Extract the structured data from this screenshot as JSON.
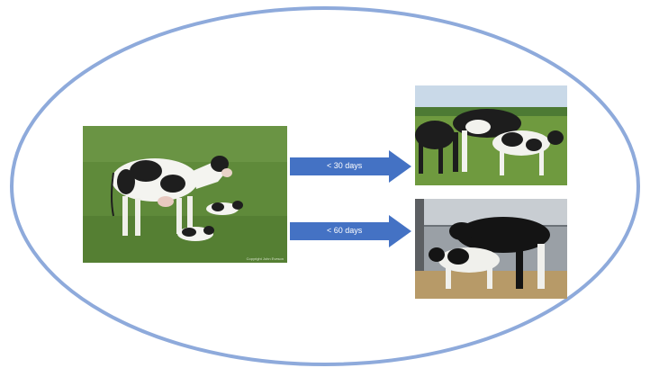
{
  "arrows": [
    {
      "label": "< 30 days"
    },
    {
      "label": "< 60 days"
    }
  ],
  "photos": {
    "main": {
      "subject": "cow-with-calves",
      "credit": "Copyright John Eveson"
    },
    "top": {
      "subject": "cows-mating-pasture"
    },
    "bottom": {
      "subject": "cows-mating-barn"
    }
  },
  "colors": {
    "ellipse_stroke": "#8eaadb",
    "arrow_fill": "#4472c4",
    "grass": "#5f8a3a",
    "sky": "#c9d9e8"
  }
}
